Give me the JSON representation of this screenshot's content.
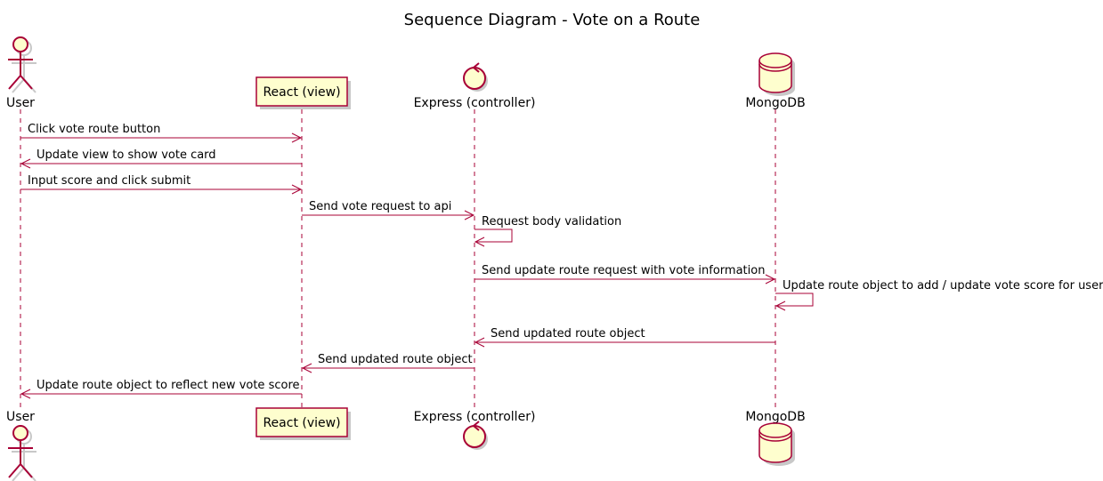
{
  "title": "Sequence Diagram - Vote on a Route",
  "colors": {
    "border": "#a80036",
    "fill": "#fefece",
    "shadow": "#c8c8c8",
    "text": "#000000"
  },
  "participants": [
    {
      "name": "User",
      "kind": "actor"
    },
    {
      "name": "React (view)",
      "kind": "participant"
    },
    {
      "name": "Express (controller)",
      "kind": "control"
    },
    {
      "name": "MongoDB",
      "kind": "database"
    }
  ],
  "messages": [
    {
      "from": 0,
      "to": 1,
      "label": "Click vote route button"
    },
    {
      "from": 1,
      "to": 0,
      "label": "Update view to show vote card"
    },
    {
      "from": 0,
      "to": 1,
      "label": "Input score and click submit"
    },
    {
      "from": 1,
      "to": 2,
      "label": "Send vote request to api"
    },
    {
      "from": 2,
      "to": 2,
      "label": "Request body validation"
    },
    {
      "from": 2,
      "to": 3,
      "label": "Send update route request with vote information"
    },
    {
      "from": 3,
      "to": 3,
      "label": "Update route object to add / update vote score for user"
    },
    {
      "from": 3,
      "to": 2,
      "label": "Send updated route object"
    },
    {
      "from": 2,
      "to": 1,
      "label": "Send updated route object"
    },
    {
      "from": 1,
      "to": 0,
      "label": "Update route object to reflect new vote score"
    }
  ]
}
